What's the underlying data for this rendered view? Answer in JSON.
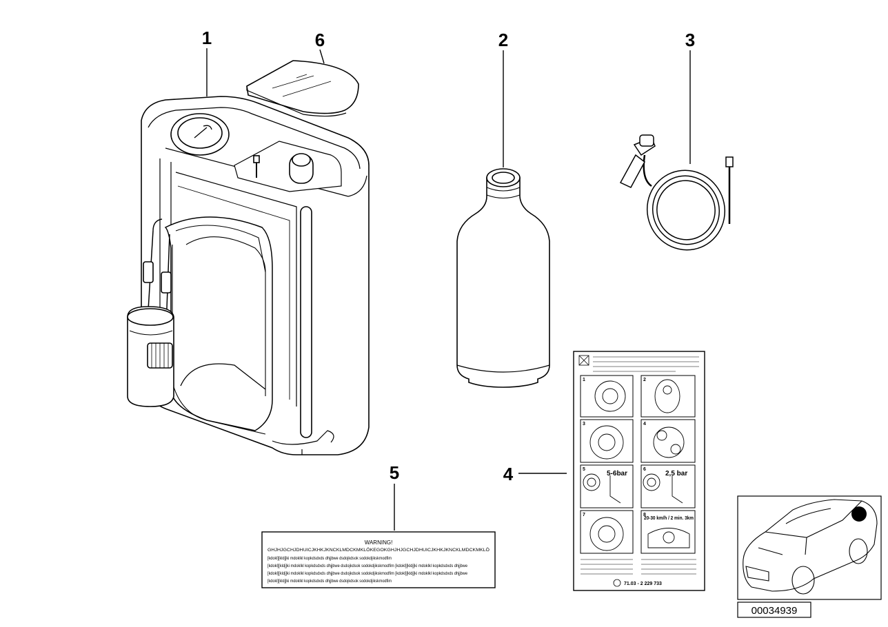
{
  "callouts": {
    "c1": "1",
    "c2": "2",
    "c3": "3",
    "c4": "4",
    "c5": "5",
    "c6": "6"
  },
  "warning_label": {
    "title": "WARNING!",
    "line1": "GHJHJGCHJDHUICJKHKJKNCKLMDCKMKLÖKEGOKGHJHJGCHJDHUICJKHKJKNCKLMDCKMKLÖ",
    "line2": "[kdokl][kldj]ki mdoklkl kopkdsdxds dhjjbwe dsdojkdsok sodokdjikskmodfim",
    "line3": "[kdokl][kldj]ki mdoklkl kopkdsdxds dhjjbwe dsdojkdsok sodokdjikskmodfim [kdokl][kldj]ki mdoklkl kopkdsdxds dhjjbwe",
    "line4": "[kdokl][kldj]ki mdoklkl kopkdsdxds dhjjbwe dsdojkdsok sodokdjikskmodfim [kdokl][kldj]ki mdoklkl kopkdsdxds dhjjbwe",
    "line5": "[kdokl][kldj]ki mdoklkl kopkdsdxds dhjjbwe dsdojkdsok sodokdjikskmodfim"
  },
  "instruction_card": {
    "panel_numbers": [
      "1",
      "2",
      "3",
      "4",
      "5",
      "6",
      "7",
      "8"
    ],
    "pressure_5": "5-6bar",
    "pressure_6": "2,5 bar",
    "speed_text": "20-30 km/h / 2 min. 3km",
    "part_number": "71.03 - 2 229 733"
  },
  "reference_number": "00034939",
  "colors": {
    "line": "#000000",
    "background": "#ffffff",
    "marker": "#000000"
  }
}
